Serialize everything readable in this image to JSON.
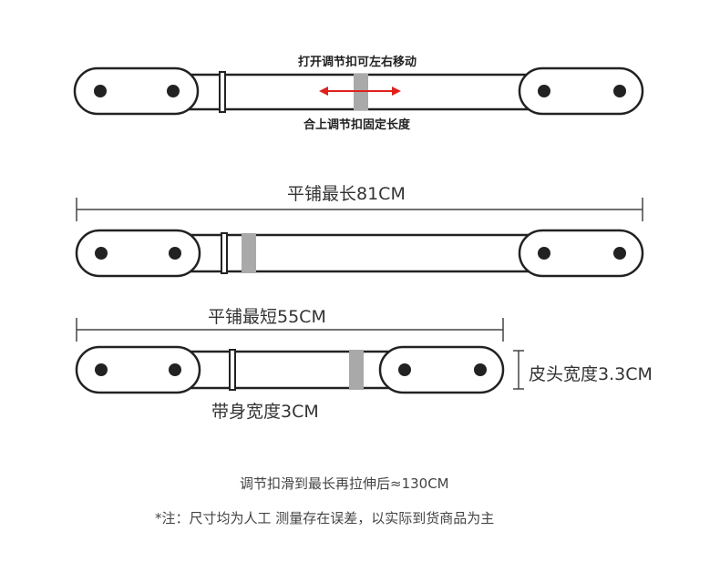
{
  "adjust_open_label": "打开调节扣可左右移动",
  "adjust_close_label": "合上调节扣固定长度",
  "flat_max_label": "平铺最长81CM",
  "flat_min_label": "平铺最短55CM",
  "leather_width_label": "皮头宽度3.3CM",
  "strap_width_label": "带身宽度3CM",
  "note_max_stretch": "调节扣滑到最长再拉伸后≈130CM",
  "note_disclaimer": "*注：尺寸均为人工 测量存在误差，以实际到货商品为主",
  "colors": {
    "arrow": "#e0201c",
    "buckle": "#a9a9a9",
    "outline": "#222222"
  }
}
